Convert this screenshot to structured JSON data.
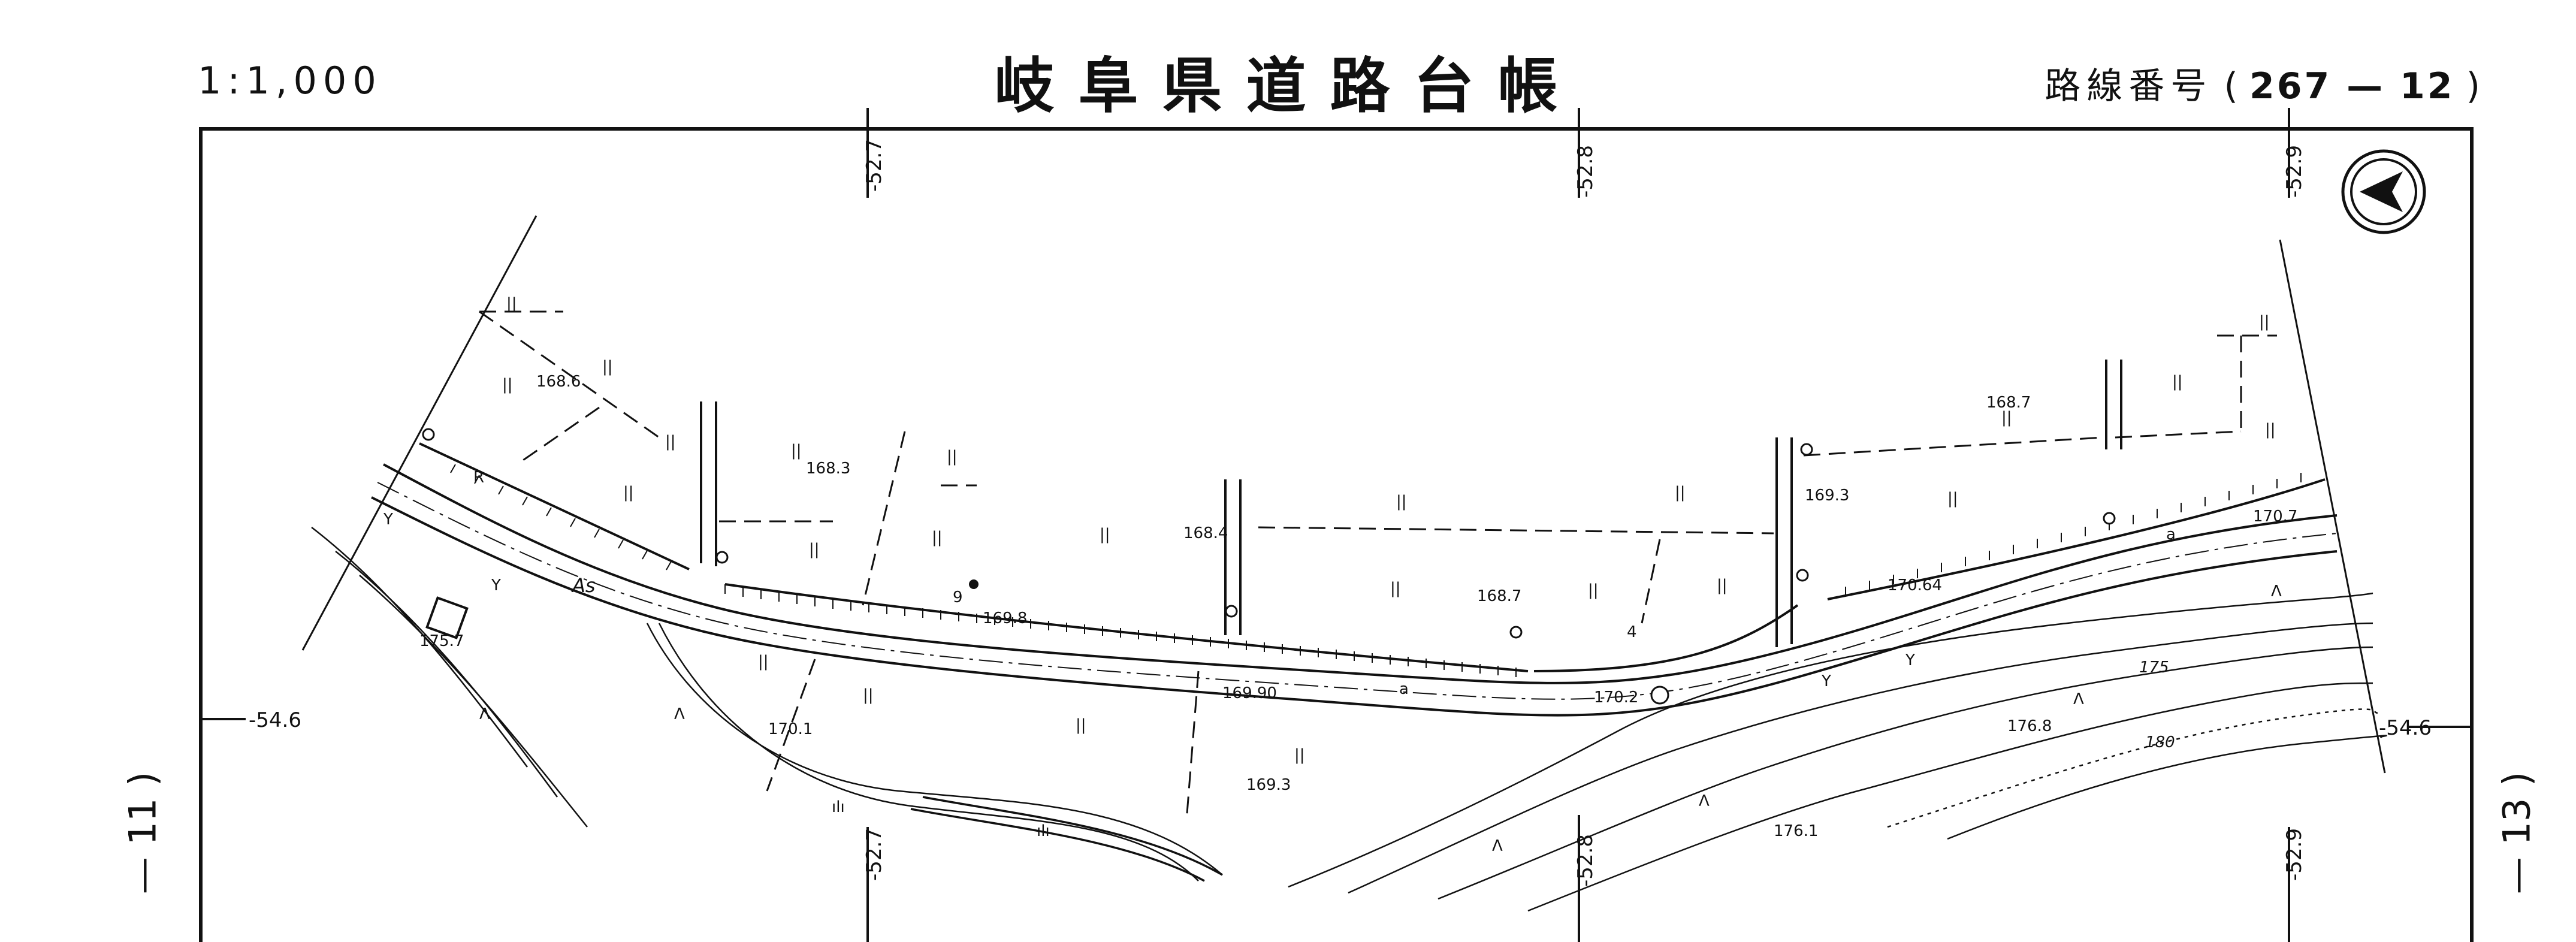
{
  "header": {
    "scale": "1:1,000",
    "title": "岐阜県道路台帳",
    "route_label": "路線番号",
    "route_open": "(",
    "route_number": "267 — 12",
    "route_close": ")"
  },
  "sheet_refs": {
    "left": "— 11 )",
    "right": "— 13 )"
  },
  "grid_labels": {
    "top": [
      "-52.7",
      "-52.8",
      "-52.9"
    ],
    "bottom": [
      "-52.7",
      "-52.8",
      "-52.9"
    ],
    "left": "-54.6",
    "right": "-54.6"
  },
  "north_arrow_icon": "north-arrow-icon",
  "elevations": [
    "168.6",
    "168.3",
    "168.4",
    "168.7",
    "168.7",
    "169.3",
    "175.7",
    "169.8",
    "169.90",
    "170.1",
    "169.3",
    "170.2",
    "170.64",
    "170.7",
    "176.8",
    "176.1"
  ],
  "contour_labels": [
    "175",
    "180"
  ],
  "map_symbols": {
    "paddy": "||",
    "cliff": "Λ",
    "sparse": "ılı",
    "asphalt": "As",
    "road_marks": [
      "Y",
      "R",
      "a",
      "4",
      "9"
    ]
  },
  "colors": {
    "ink": "#111111",
    "paper": "#ffffff"
  }
}
